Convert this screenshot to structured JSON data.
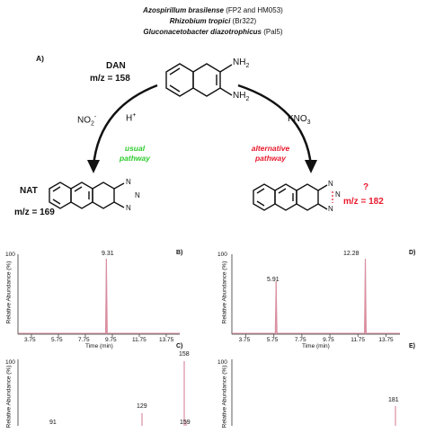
{
  "header": {
    "line1_italic": "Azospirillum brasilense",
    "line1_rest": "(FP2 and HM053)",
    "line2_italic": "Rhizobium tropici",
    "line2_rest": "(Br322)",
    "line3_italic": "Gluconacetobacter diazotrophicus",
    "line3_rest": "(Pal5)"
  },
  "scheme": {
    "panel_label": "A)",
    "dan_label": "DAN",
    "dan_mz": "m/z = 158",
    "nh2_top": "NH",
    "nh2_bottom": "NH",
    "sub2": "2",
    "left_reagent1": "NO",
    "left_reagent1_sup": "2",
    "left_reagent1_charge": "-",
    "left_reagent2": "H",
    "left_reagent2_sup": "+",
    "left_path_line1": "usual",
    "left_path_line2": "pathway",
    "right_reagent": "KNO",
    "right_reagent_sub": "3",
    "right_path_line1": "alternative",
    "right_path_line2": "pathway",
    "nat_label": "NAT",
    "nat_mz": "m/z = 169",
    "unknown_q": "?",
    "unknown_mz": "m/z = 182",
    "n_letter": "N",
    "colors": {
      "usual": "#2ecc2e",
      "alternative": "#e8192c"
    }
  },
  "chromatograms": [
    {
      "panel": "B)",
      "y_label": "Relative Abundance (%)",
      "y_top": "100",
      "x_label": "Time (min)",
      "x_ticks": [
        "3.75",
        "5.75",
        "7.75",
        "9.75",
        "11.75",
        "13.75"
      ],
      "peaks": [
        {
          "label": "9.31",
          "time": 9.31,
          "abundance": 100
        }
      ]
    },
    {
      "panel": "D)",
      "y_label": "Relative Abundance (%)",
      "y_top": "100",
      "x_label": "Time (min)",
      "x_ticks": [
        "3.75",
        "5.75",
        "7.75",
        "9.75",
        "11.75",
        "13.75"
      ],
      "peaks": [
        {
          "label": "5.91",
          "time": 5.91,
          "abundance": 70
        },
        {
          "label": "12.28",
          "time": 12.28,
          "abundance": 100
        }
      ]
    }
  ],
  "spectra": [
    {
      "panel": "C)",
      "y_label": "Relative Abundance (%)",
      "y_top": "100",
      "labels": [
        "158",
        "129",
        "159",
        "91"
      ]
    },
    {
      "panel": "E)",
      "y_label": "Relative Abundance (%)",
      "y_top": "100",
      "labels": [
        "181"
      ]
    }
  ]
}
